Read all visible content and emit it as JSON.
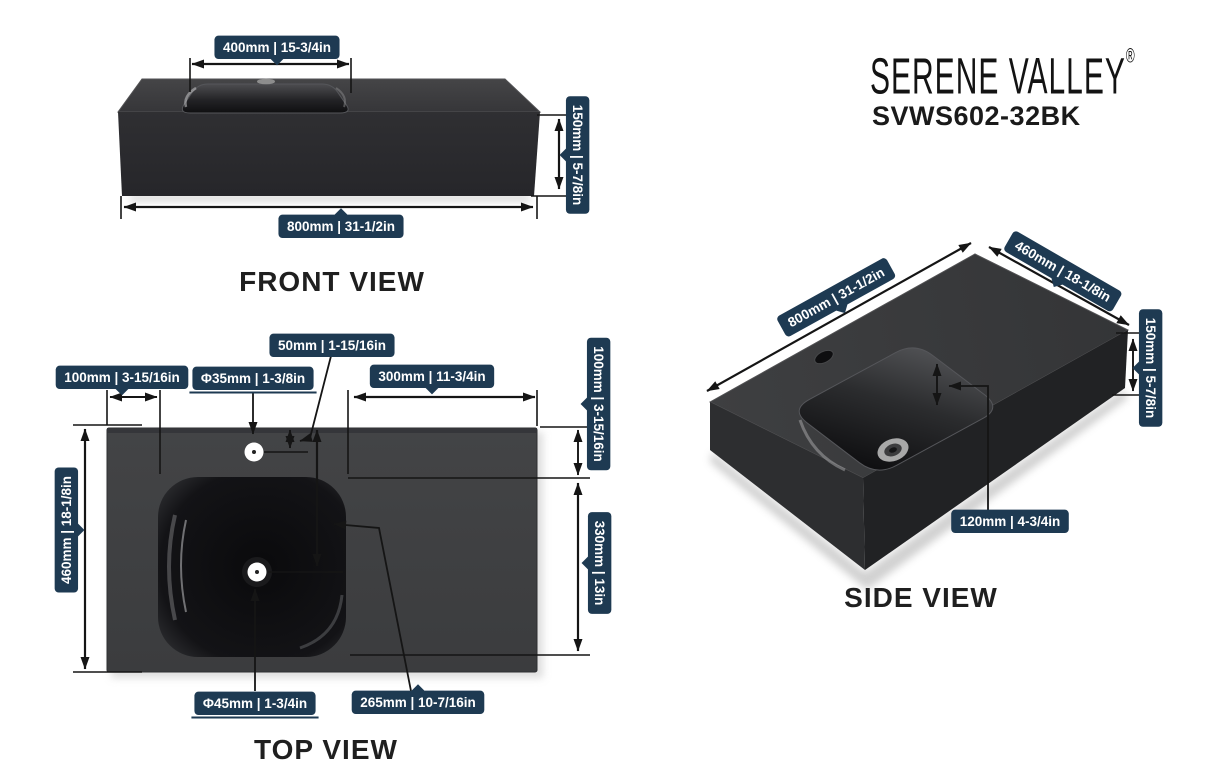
{
  "brand": {
    "name": "SERENE VALLEY",
    "registered_mark": "®",
    "model": "SVWS602-32BK"
  },
  "views": {
    "front": {
      "label": "FRONT VIEW",
      "dims": {
        "basin_width": "400mm | 15-3/4in",
        "height": "150mm | 5-7/8in",
        "total_width": "800mm | 31-1/2in"
      }
    },
    "top": {
      "label": "TOP VIEW",
      "dims": {
        "faucet_back_offset": "50mm | 1-15/16in",
        "left_offset": "100mm | 3-15/16in",
        "faucet_diameter": "Φ35mm | 1-3/8in",
        "counter_right_span": "300mm | 11-3/4in",
        "basin_back_offset": "100mm | 3-15/16in",
        "basin_depth": "330mm | 13in",
        "total_depth": "460mm | 18-1/8in",
        "drain_diameter": "Φ45mm | 1-3/4in",
        "drain_back_offset": "265mm | 10-7/16in"
      }
    },
    "side": {
      "label": "SIDE VIEW",
      "dims": {
        "total_width": "800mm | 31-1/2in",
        "total_depth": "460mm | 18-1/8in",
        "height": "150mm | 5-7/8in",
        "basin_inner_depth": "120mm | 4-3/4in"
      }
    }
  },
  "colors": {
    "badge_bg": "#1e3a52",
    "badge_text": "#ffffff",
    "dim_line": "#151515",
    "label_text": "#1f1f1f",
    "sink_top": "#3a3b3d",
    "sink_front": "#292a2c",
    "basin": "#0d0d0f",
    "background": "#ffffff"
  }
}
